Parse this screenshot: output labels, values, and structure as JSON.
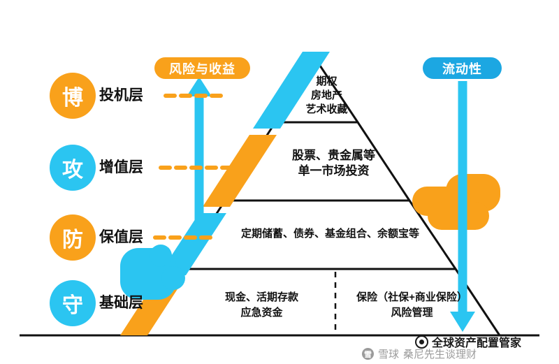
{
  "legend": {
    "levels": [
      {
        "char": "博",
        "label": "投机层",
        "color": "#F9A11B"
      },
      {
        "char": "攻",
        "label": "增值层",
        "color": "#2BC5F1"
      },
      {
        "char": "防",
        "label": "保值层",
        "color": "#F9A11B"
      },
      {
        "char": "守",
        "label": "基础层",
        "color": "#2BC5F1"
      }
    ]
  },
  "axes": {
    "risk_label": "风险与收益",
    "liquidity_label": "流动性"
  },
  "pyramid": {
    "tiers": [
      {
        "name": "speculation",
        "lines": [
          "期权",
          "房地产",
          "艺术收藏"
        ]
      },
      {
        "name": "growth",
        "lines": [
          "股票、贵金属等",
          "单一市场投资"
        ]
      },
      {
        "name": "preservation",
        "lines": [
          "定期储蓄、债券、基金组合、余额宝等"
        ]
      },
      {
        "name": "foundation-left",
        "lines": [
          "现金、活期存款",
          "应急资金"
        ]
      },
      {
        "name": "foundation-right",
        "lines": [
          "保险（社保+商业保险）",
          "风险管理"
        ]
      }
    ]
  },
  "watermark": {
    "line1": "全球资产配置管家",
    "brand": "雪球",
    "author": "桑尼先生谈理财",
    "brand_initial": "雪"
  },
  "colors": {
    "orange": "#F9A11B",
    "cyan": "#2BC5F1",
    "blue_pill": "#1CA7E2",
    "outline": "#111111"
  }
}
